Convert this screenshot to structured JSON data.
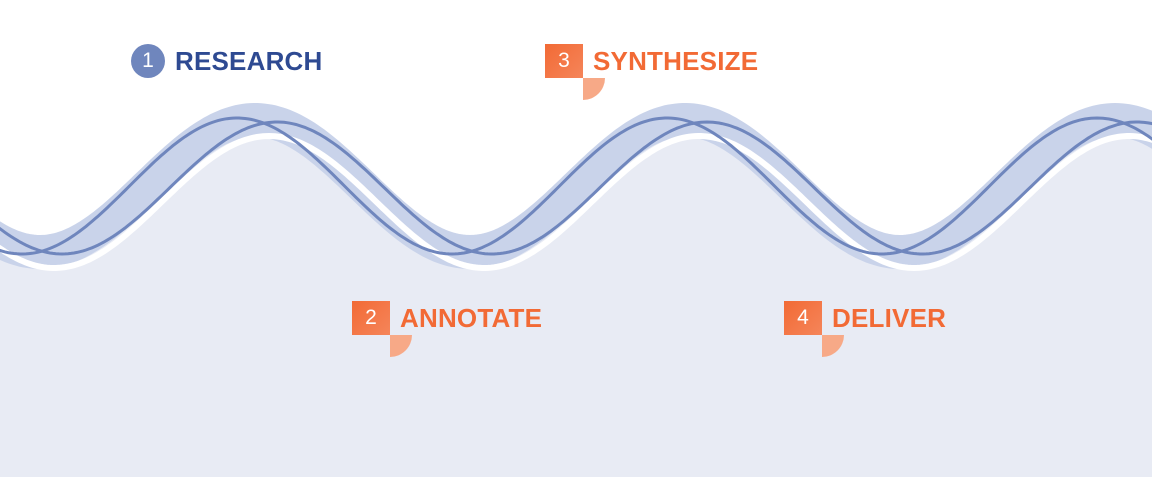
{
  "colors": {
    "background": "#ffffff",
    "fill": "#e8ebf4",
    "band": "#c9d3ea",
    "line": "#6f86bd",
    "highlight": "#ffffff",
    "research_text": "#2e4a92",
    "research_badge": "#6f86bd",
    "accent_orange": "#f26a35",
    "orange_badge_start": "#f26a35",
    "orange_badge_end": "#f5855a",
    "orange_tail": "#f7a987"
  },
  "steps": [
    {
      "number": "1",
      "label": "RESEARCH",
      "style": "circle",
      "color": "#2e4a92",
      "badge_color": "#6f86bd"
    },
    {
      "number": "2",
      "label": "ANNOTATE",
      "style": "square",
      "color": "#f26a35"
    },
    {
      "number": "3",
      "label": "SYNTHESIZE",
      "style": "square",
      "color": "#f26a35"
    },
    {
      "number": "4",
      "label": "DELIVER",
      "style": "square",
      "color": "#f26a35"
    }
  ]
}
